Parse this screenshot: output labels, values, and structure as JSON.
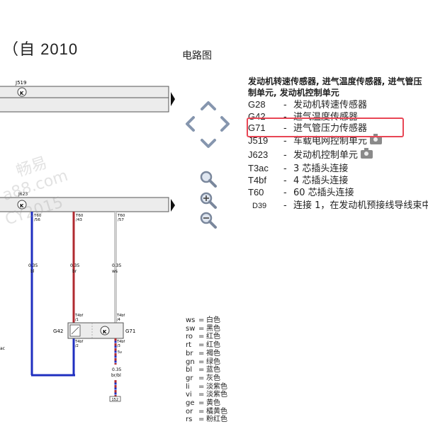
{
  "title": "（自 2010",
  "subtitle": "电路图",
  "watermark": {
    "line1": "畅易",
    "line2": "a88.com",
    "line3": "CY2015"
  },
  "diagram": {
    "components": {
      "j519": "J519",
      "j623": "J623",
      "g42": "G42",
      "g71": "G71"
    },
    "wires": [
      {
        "terminal": "T60\n/56",
        "size": "0.35",
        "color": "bl",
        "hex": "#1f2fc0"
      },
      {
        "terminal": "T60\n/43",
        "size": "0.35",
        "color": "br",
        "hex": "#b02a30"
      },
      {
        "terminal": "T60\n/57",
        "size": "0.35",
        "color": "ws",
        "hex": "#cfcfcf"
      }
    ],
    "connector_labels": {
      "t4bf1": "T4bf\n/1",
      "t4bf2": "T4bf\n/2",
      "t4bf4": "T4bf\n/4",
      "t4bf3": "T4bf\n/3",
      "v5": "5v"
    },
    "ground_wire": {
      "size": "0.35",
      "color": "br/bl"
    },
    "ground_ref": "152",
    "left_edge_label": "ac"
  },
  "controls": {
    "up": "arrow-up",
    "left": "arrow-left",
    "right": "arrow-right",
    "down": "arrow-down",
    "search": "magnifier",
    "zoom_in": "zoom-in",
    "zoom_out": "zoom-out"
  },
  "legend": {
    "heading_line1": "发动机转速传感器, 进气温度传感器, 进气管压",
    "heading_line2": "制单元, 发动机控制单元",
    "rows": [
      {
        "code": "G28",
        "dash": "-",
        "desc": "发动机转速传感器",
        "camera": false
      },
      {
        "code": "G42",
        "dash": "-",
        "desc": "进气温度传感器",
        "camera": false
      },
      {
        "code": "G71",
        "dash": "-",
        "desc": "进气管压力传感器",
        "camera": false
      },
      {
        "code": "J519",
        "dash": "-",
        "desc": "车载电网控制单元",
        "camera": true
      },
      {
        "code": "J623",
        "dash": "-",
        "desc": "发动机控制单元",
        "camera": true
      },
      {
        "code": "T3ac",
        "dash": "-",
        "desc": "3 芯插头连接",
        "camera": false
      },
      {
        "code": "T4bf",
        "dash": "-",
        "desc": "4 芯插头连接",
        "camera": false
      },
      {
        "code": "T60",
        "dash": "-",
        "desc": "60 芯插头连接",
        "camera": false
      },
      {
        "code": "D39",
        "dash": "-",
        "desc": "连接 1，在发动机预接线导线束中",
        "camera": false
      }
    ],
    "highlighted_code": "G71"
  },
  "color_key": [
    {
      "code": "ws",
      "eq": "=",
      "name": "白色"
    },
    {
      "code": "sw",
      "eq": "=",
      "name": "黑色"
    },
    {
      "code": "ro",
      "eq": "=",
      "name": "红色"
    },
    {
      "code": "rt",
      "eq": "=",
      "name": "红色"
    },
    {
      "code": "br",
      "eq": "=",
      "name": "褐色"
    },
    {
      "code": "gn",
      "eq": "=",
      "name": "绿色"
    },
    {
      "code": "bl",
      "eq": "=",
      "name": "蓝色"
    },
    {
      "code": "gr",
      "eq": "=",
      "name": "灰色"
    },
    {
      "code": "li",
      "eq": "=",
      "name": "淡紫色"
    },
    {
      "code": "vi",
      "eq": "=",
      "name": "淡紫色"
    },
    {
      "code": "ge",
      "eq": "=",
      "name": "黄色"
    },
    {
      "code": "or",
      "eq": "=",
      "name": "橘黄色"
    },
    {
      "code": "rs",
      "eq": "=",
      "name": "粉红色"
    }
  ]
}
